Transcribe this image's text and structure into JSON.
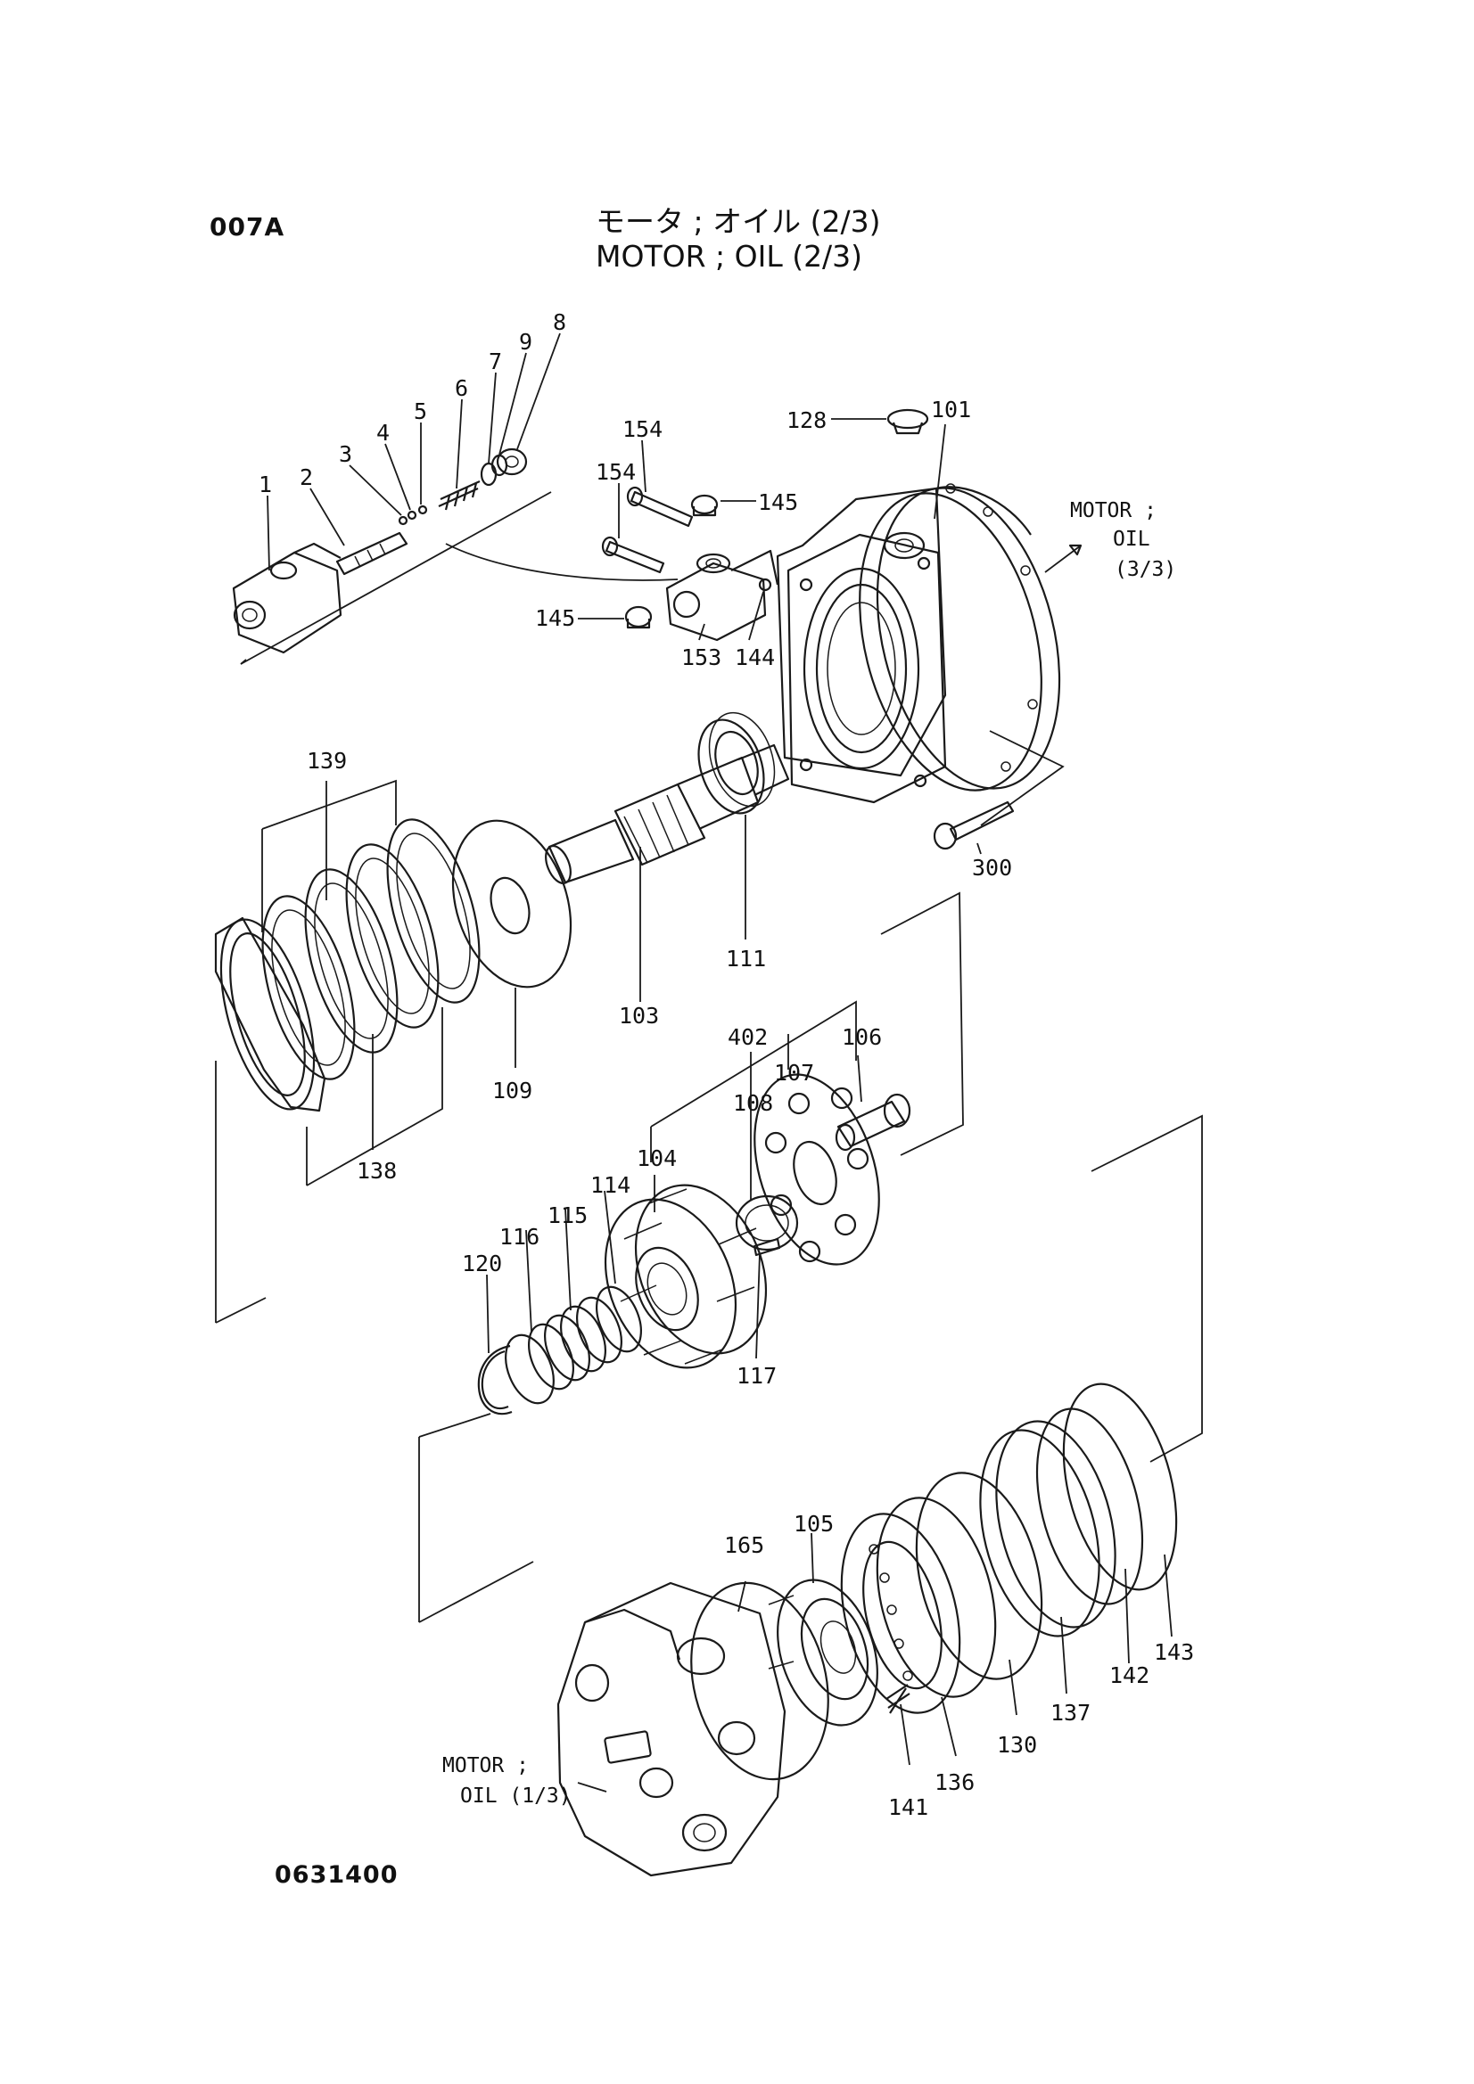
{
  "header": {
    "page_code": "007A",
    "title_ja": "モータ ; オイル (2/3)",
    "title_en": "MOTOR ; OIL (2/3)"
  },
  "footer": {
    "drawing_no": "0631400"
  },
  "refs": {
    "next": {
      "line1": "MOTOR ;",
      "line2": "OIL",
      "line3": "(3/3)"
    },
    "prev": {
      "line1": "MOTOR ;",
      "line2": "OIL (1/3)"
    }
  },
  "part_numbers": [
    "1",
    "2",
    "3",
    "4",
    "5",
    "6",
    "7",
    "8",
    "9",
    "101",
    "103",
    "104",
    "105",
    "106",
    "107",
    "108",
    "109",
    "111",
    "114",
    "115",
    "116",
    "117",
    "120",
    "128",
    "130",
    "136",
    "137",
    "138",
    "139",
    "141",
    "142",
    "143",
    "144",
    "145",
    "145",
    "153",
    "154",
    "154",
    "165",
    "300",
    "402"
  ]
}
